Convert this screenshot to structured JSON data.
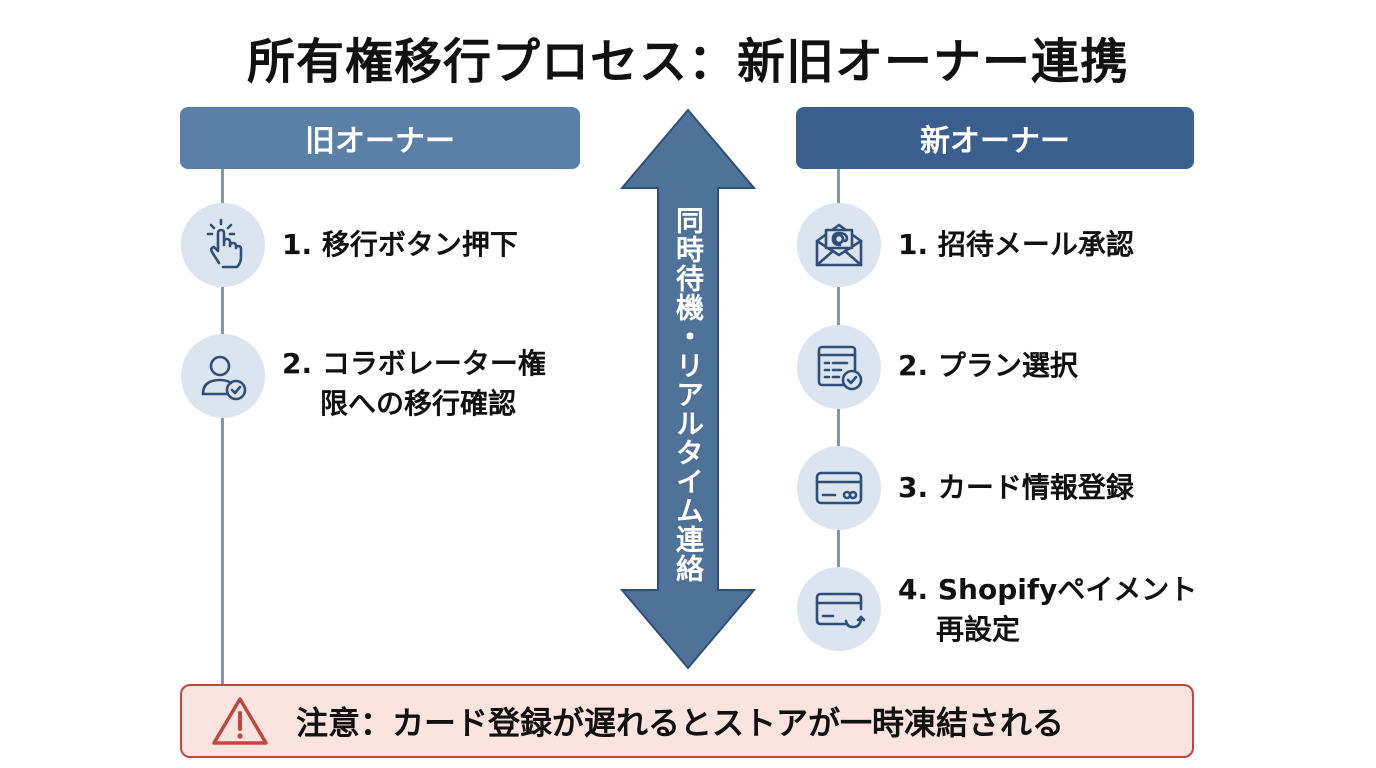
{
  "title": "所有権移行プロセス：新旧オーナー連携",
  "old_owner": {
    "header": "旧オーナー",
    "steps": [
      {
        "line1": "1. 移行ボタン押下",
        "line2": "",
        "icon": "tap-hand-icon"
      },
      {
        "line1": "2. コラボレーター権",
        "line2": "限への移行確認",
        "icon": "user-check-icon"
      }
    ]
  },
  "new_owner": {
    "header": "新オーナー",
    "steps": [
      {
        "line1": "1. 招待メール承認",
        "line2": "",
        "icon": "email-invite-icon"
      },
      {
        "line1": "2. プラン選択",
        "line2": "",
        "icon": "plan-list-check-icon"
      },
      {
        "line1": "3. カード情報登録",
        "line2": "",
        "icon": "credit-card-icon"
      },
      {
        "line1": "4. Shopifyペイメント",
        "line2": "再設定",
        "icon": "card-refresh-icon"
      }
    ]
  },
  "sync_arrow": {
    "label": "同時待機・リアルタイム連絡"
  },
  "warning": {
    "text": "注意：カード登録が遅れるとストアが一時凍結される",
    "icon": "warning-triangle-icon"
  },
  "colors": {
    "old_header": "#5a80a8",
    "new_header": "#3a5f8e",
    "arrow": "#4f7299",
    "icon_circle": "#dbe4ef",
    "icon_stroke": "#2f4f7a",
    "warning_border": "#c0463f",
    "warning_bg": "#fbe3e0"
  }
}
